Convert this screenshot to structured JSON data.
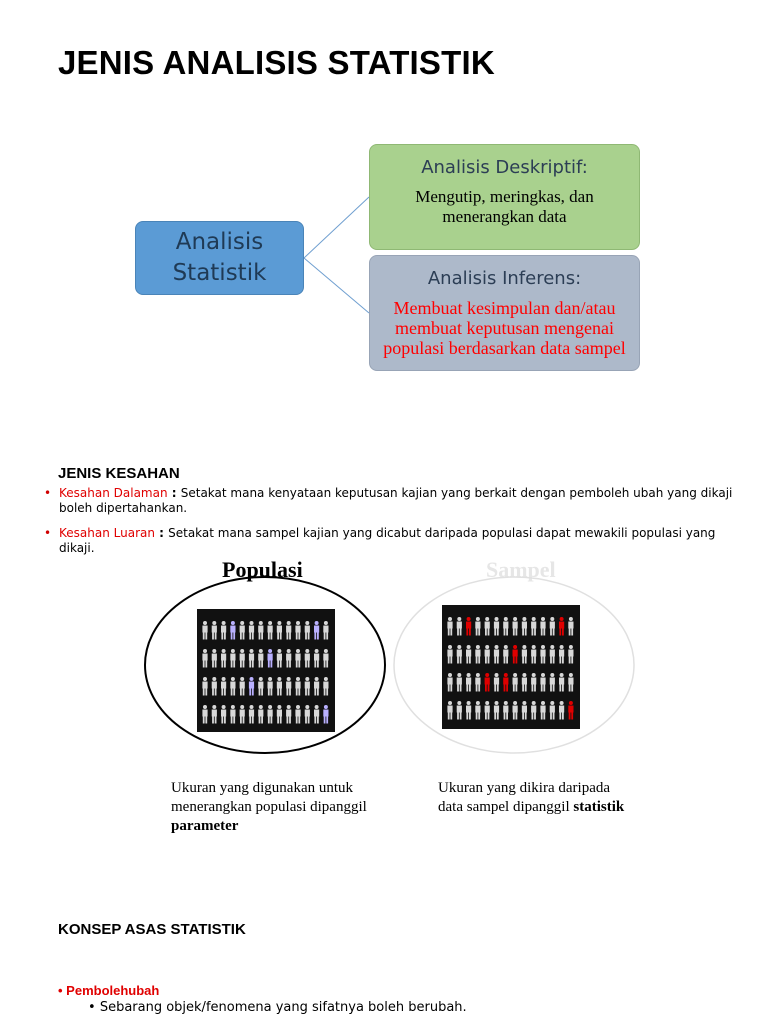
{
  "title": "JENIS ANALISIS STATISTIK",
  "diagram": {
    "main": [
      "Analisis",
      "Statistik"
    ],
    "deskriptif": {
      "heading": "Analisis Deskriptif:",
      "body": [
        "Mengutip, meringkas, dan",
        "menerangkan data"
      ]
    },
    "inferens": {
      "heading": "Analisis Inferens:",
      "body": [
        "Membuat kesimpulan dan/atau",
        "membuat keputusan mengenai",
        "populasi berdasarkan data sampel"
      ]
    },
    "colors": {
      "main": "#5b9bd5",
      "deskriptif": "#a9d18e",
      "inferens": "#adb9ca",
      "inferens_text": "#ff0000"
    }
  },
  "kesahan": {
    "heading": "JENIS KESAHAN",
    "items": [
      {
        "term": "Kesahan Dalaman",
        "sep": " : ",
        "text": "Setakat mana kenyataan keputusan kajian yang berkait dengan pemboleh ubah yang dikaji boleh dipertahankan."
      },
      {
        "term": "Kesahan Luaran",
        "sep": " : ",
        "text": "Setakat mana sampel kajian yang dicabut daripada populasi dapat mewakili populasi yang dikaji."
      }
    ]
  },
  "populasi": {
    "title": "Populasi",
    "caption": [
      "Ukuran yang digunakan untuk",
      "menerangkan populasi dipanggil"
    ],
    "caption_bold": "parameter"
  },
  "sampel": {
    "title": "Sampel",
    "caption": [
      "Ukuran yang dikira daripada",
      "data sampel dipanggil "
    ],
    "caption_bold": "statistik"
  },
  "konsep": {
    "heading": "KONSEP ASAS STATISTIK",
    "bullet": "Pembolehubah",
    "sub": [
      "Sebarang objek/fenomena yang sifatnya boleh berubah."
    ]
  }
}
